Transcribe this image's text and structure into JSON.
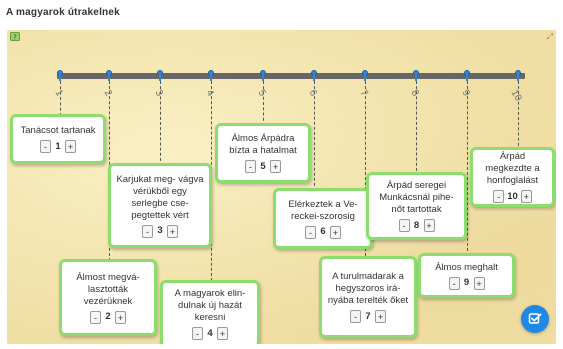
{
  "app": {
    "title": "A magyarok útrakelnek"
  },
  "timeline": {
    "ticks": [
      "1",
      "2",
      "3",
      "4",
      "5",
      "6",
      "7",
      "8",
      "9",
      "10"
    ]
  },
  "cards": [
    {
      "text": "Tanácsot tartanak",
      "value": "1"
    },
    {
      "text": "Álmost megvá- lasztották vezérüknek",
      "value": "2"
    },
    {
      "text": "Karjukat meg- vágva vérükből egy serlegbe cse- pegtettek vért",
      "value": "3"
    },
    {
      "text": "A magyarok elin- dulnak új hazát keresni",
      "value": "4"
    },
    {
      "text": "Álmos Árpádra bízta a hatalmat",
      "value": "5"
    },
    {
      "text": "Elérkeztek a Ve- reckei-szorosig",
      "value": "6"
    },
    {
      "text": "A turulmadarak a hegyszoros irá- nyába terelték őket",
      "value": "7"
    },
    {
      "text": "Árpád seregei Munkácsnál pihe- nőt tartottak",
      "value": "8"
    },
    {
      "text": "Álmos meghalt",
      "value": "9"
    },
    {
      "text": "Árpád megkezdte a honfoglalást",
      "value": "10"
    }
  ],
  "controls": {
    "minus": "-",
    "plus": "+"
  },
  "icons": {
    "help": "help-icon",
    "fullscreen": "fullscreen-icon",
    "check": "check-icon"
  },
  "colors": {
    "board": "#f3e4ad",
    "card_border": "#8ddc6e",
    "pin": "#2f86d6",
    "check_button": "#1e88e5"
  }
}
